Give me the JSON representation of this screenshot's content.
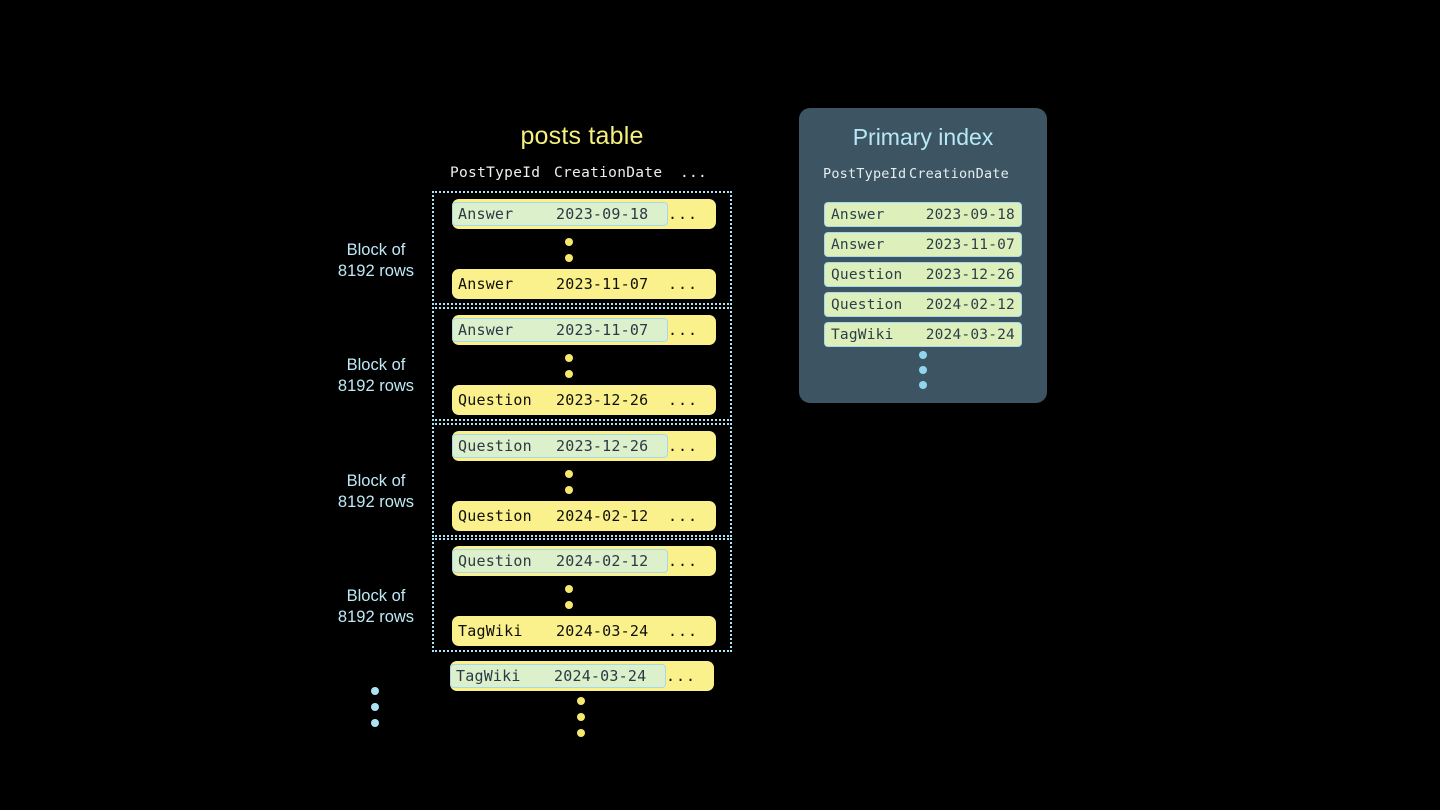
{
  "colors": {
    "background": "#000000",
    "row_yellow": "#FAF08C",
    "row_highlight_green": "#DCF0CC",
    "highlight_border_blue": "#A8D8EC",
    "block_border_blue": "#AEE3F5",
    "label_blue": "#BDE9F7",
    "title_yellow": "#F5F07E",
    "panel_slate": "#3D5563",
    "index_title_blue": "#B8E8F7",
    "index_row_green": "#DDF0BC",
    "dots_yellow": "#F5E96E",
    "dots_blue": "#8FD6EE"
  },
  "posts_table": {
    "title": "posts table",
    "headers": {
      "post_type_id": "PostTypeId",
      "creation_date": "CreationDate",
      "more": "..."
    },
    "blocks": [
      {
        "label_line1": "Block of",
        "label_line2": "8192 rows",
        "first_row": {
          "post_type_id": "Answer",
          "creation_date": "2023-09-18",
          "more": "...",
          "highlighted": true
        },
        "last_row": {
          "post_type_id": "Answer",
          "creation_date": "2023-11-07",
          "more": "...",
          "highlighted": false
        }
      },
      {
        "label_line1": "Block of",
        "label_line2": "8192 rows",
        "first_row": {
          "post_type_id": "Answer",
          "creation_date": "2023-11-07",
          "more": "...",
          "highlighted": true
        },
        "last_row": {
          "post_type_id": "Question",
          "creation_date": "2023-12-26",
          "more": "...",
          "highlighted": false
        }
      },
      {
        "label_line1": "Block of",
        "label_line2": "8192 rows",
        "first_row": {
          "post_type_id": "Question",
          "creation_date": "2023-12-26",
          "more": "...",
          "highlighted": true
        },
        "last_row": {
          "post_type_id": "Question",
          "creation_date": "2024-02-12",
          "more": "...",
          "highlighted": false
        }
      },
      {
        "label_line1": "Block of",
        "label_line2": "8192 rows",
        "first_row": {
          "post_type_id": "Question",
          "creation_date": "2024-02-12",
          "more": "...",
          "highlighted": true
        },
        "last_row": {
          "post_type_id": "TagWiki",
          "creation_date": "2024-03-24",
          "more": "...",
          "highlighted": false
        }
      }
    ],
    "trailing_row": {
      "post_type_id": "TagWiki",
      "creation_date": "2024-03-24",
      "more": "...",
      "highlighted": true
    }
  },
  "primary_index": {
    "title": "Primary index",
    "headers": {
      "post_type_id": "PostTypeId",
      "creation_date": "CreationDate"
    },
    "rows": [
      {
        "post_type_id": "Answer",
        "creation_date": "2023-09-18"
      },
      {
        "post_type_id": "Answer",
        "creation_date": "2023-11-07"
      },
      {
        "post_type_id": "Question",
        "creation_date": "2023-12-26"
      },
      {
        "post_type_id": "Question",
        "creation_date": "2024-02-12"
      },
      {
        "post_type_id": "TagWiki",
        "creation_date": "2024-03-24"
      }
    ]
  }
}
